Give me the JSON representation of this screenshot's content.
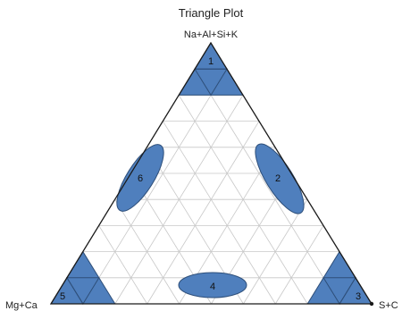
{
  "chart_data": {
    "type": "ternary",
    "title": "Triangle Plot",
    "vertices": {
      "top": "Na+Al+Si+K",
      "bottom_left": "Mg+Ca",
      "bottom_right": "S+C"
    },
    "grid": true,
    "grid_divisions": 10,
    "colors": {
      "region_fill": "#4f7fbd",
      "region_stroke": "#2e4f7a",
      "frame": "#1a1a1a",
      "grid": "#c8c8c8"
    },
    "regions": [
      {
        "label": "1",
        "shape": "corner-triangle",
        "corner": "top"
      },
      {
        "label": "2",
        "shape": "ellipse",
        "side": "right"
      },
      {
        "label": "3",
        "shape": "corner-triangle",
        "corner": "bottom_right"
      },
      {
        "label": "4",
        "shape": "ellipse",
        "side": "bottom"
      },
      {
        "label": "5",
        "shape": "corner-triangle",
        "corner": "bottom_left"
      },
      {
        "label": "6",
        "shape": "ellipse",
        "side": "left"
      }
    ]
  }
}
